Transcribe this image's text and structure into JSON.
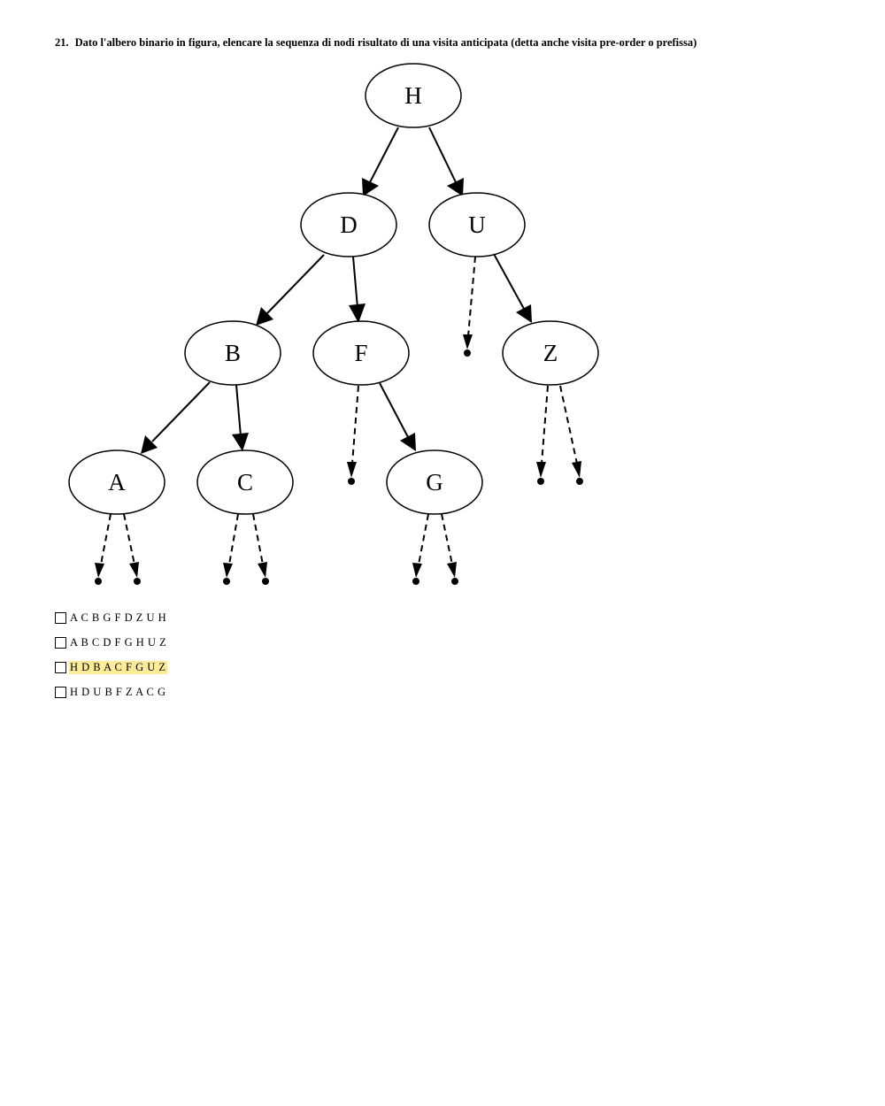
{
  "question": {
    "number": "21.",
    "text": "Dato l'albero binario in figura, elencare la sequenza di nodi risultato di una visita anticipata (detta anche visita pre-order o prefissa)"
  },
  "tree": {
    "nodes": {
      "H": "H",
      "D": "D",
      "U": "U",
      "B": "B",
      "F": "F",
      "Z": "Z",
      "A": "A",
      "C": "C",
      "G": "G"
    },
    "edges": [
      [
        "H",
        "D"
      ],
      [
        "H",
        "U"
      ],
      [
        "D",
        "B"
      ],
      [
        "D",
        "F"
      ],
      [
        "U",
        "Z"
      ],
      [
        "B",
        "A"
      ],
      [
        "B",
        "C"
      ],
      [
        "F",
        "G"
      ]
    ],
    "null_children": [
      "U-left",
      "F-left",
      "Z-left",
      "Z-right",
      "A-left",
      "A-right",
      "C-left",
      "C-right",
      "G-left",
      "G-right"
    ]
  },
  "options": [
    {
      "label": "A C B G F D Z U H",
      "highlighted": false
    },
    {
      "label": "A B C D F G H U Z",
      "highlighted": false
    },
    {
      "label": "H D B A C F G U Z",
      "highlighted": true
    },
    {
      "label": "H D U B F Z A C G",
      "highlighted": false
    }
  ],
  "colors": {
    "highlight": "#fdeb9a"
  }
}
